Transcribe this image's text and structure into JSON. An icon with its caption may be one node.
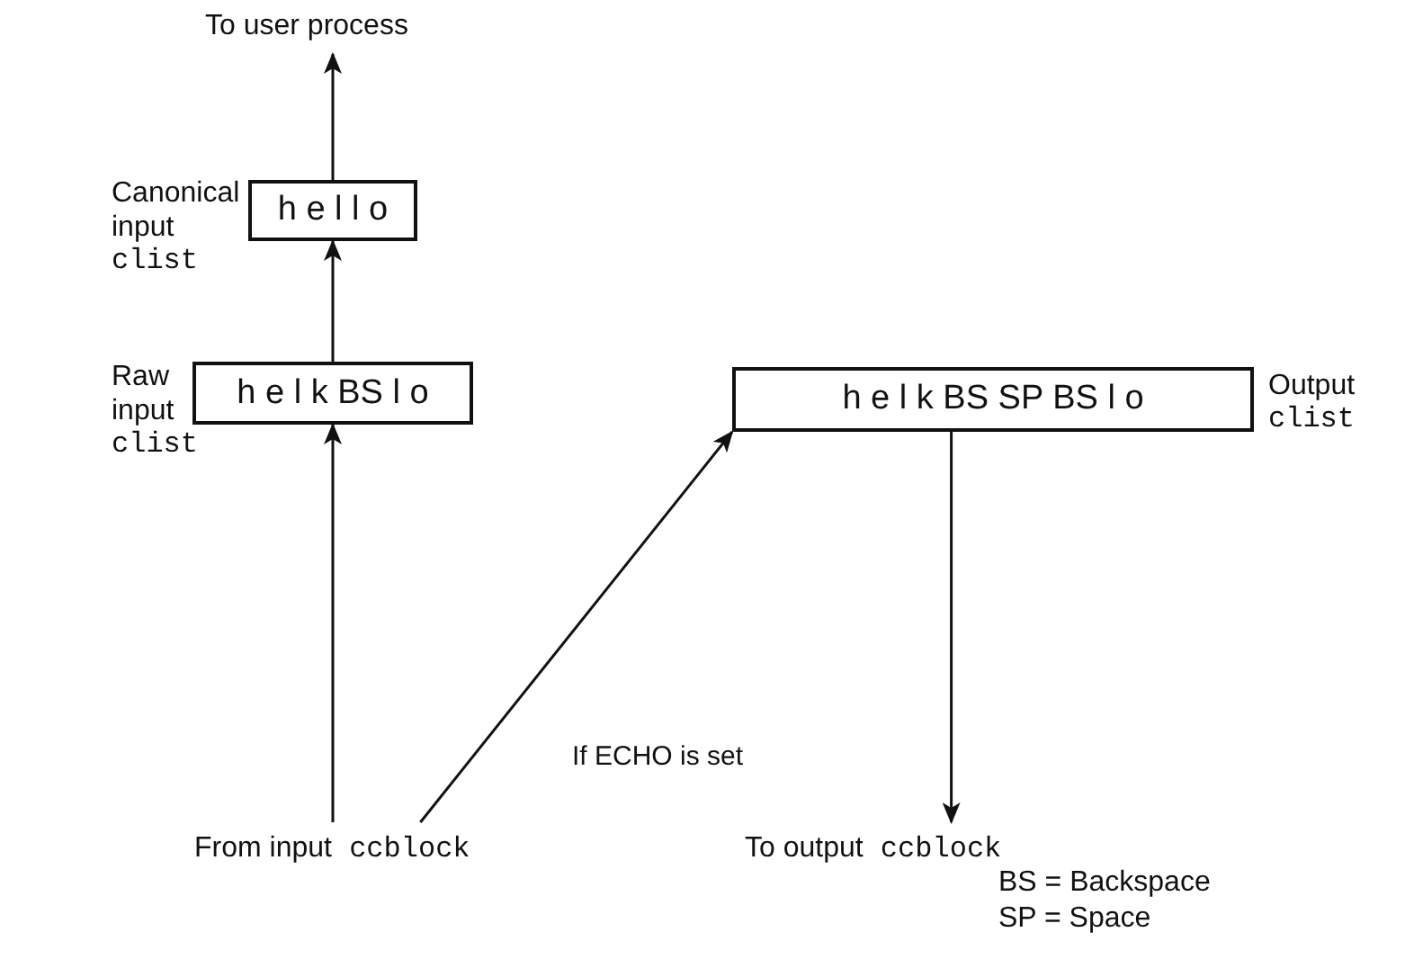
{
  "diagram": {
    "nodes": [
      {
        "text": [
          "To user process"
        ]
      },
      {
        "text": [
          "h e l l o"
        ],
        "beside": [
          "Canonical input",
          "clist"
        ]
      },
      {
        "text": [
          "h e l k BS l o"
        ],
        "beside": [
          "Raw input",
          "clist"
        ]
      },
      {
        "text": [
          "h e l k BS SP BS l o"
        ],
        "beside": [
          "Output",
          "clist"
        ]
      },
      {
        "text": [
          "From input",
          "ccblock"
        ]
      },
      {
        "text": [
          "To output",
          "ccblock"
        ]
      }
    ],
    "edges": [
      {
        "from": 1,
        "to": 0,
        "arrow": "to"
      },
      {
        "from": 2,
        "to": 1,
        "arrow": "to"
      },
      {
        "from": 4,
        "to": 2,
        "arrow": "to"
      },
      {
        "from": 4,
        "to": 3,
        "arrow": "to",
        "label": "If ECHO is set"
      },
      {
        "from": 3,
        "to": 5,
        "arrow": "to"
      }
    ],
    "labels": [
      "BS = Backspace",
      "SP = Space"
    ]
  }
}
